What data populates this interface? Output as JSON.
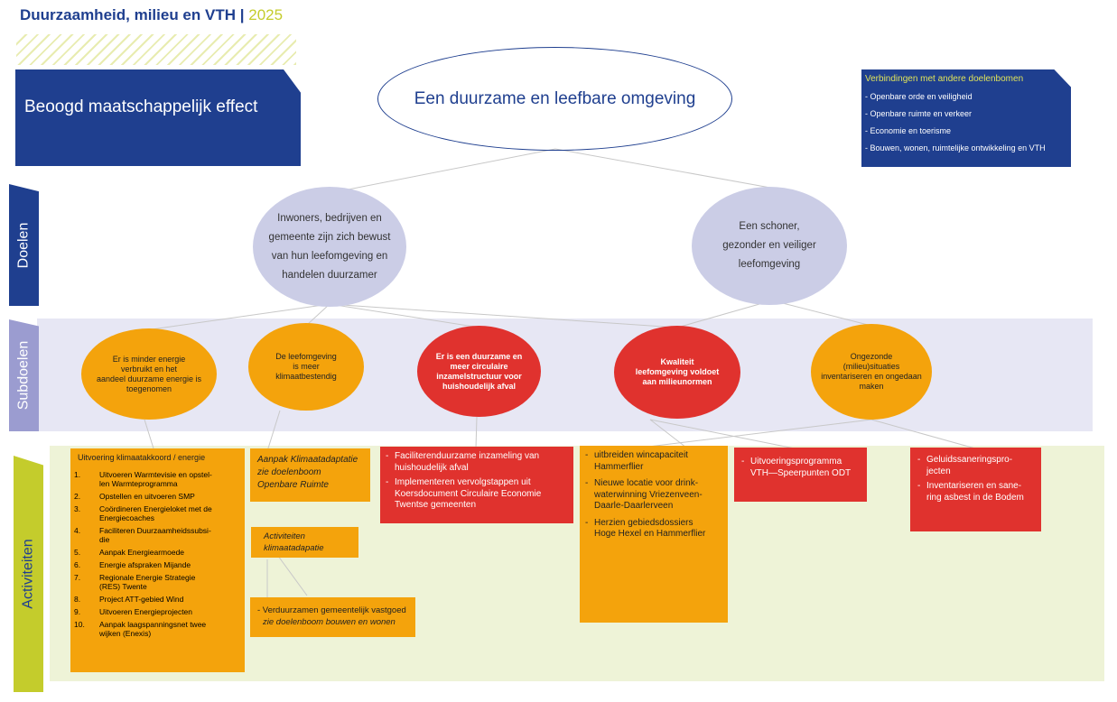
{
  "header": {
    "title": "Duurzaamheid, milieu en VTH",
    "separator": "|",
    "year": "2025"
  },
  "effect": {
    "label": "Beoogd maatschappelijk effect",
    "text": "Een duurzame en leefbare omgeving"
  },
  "connections": {
    "heading": "Verbindingen met andere doelenbomen",
    "items": [
      "- Openbare orde en veiligheid",
      "- Openbare ruimte en verkeer",
      "- Economie en toerisme",
      "- Bouwen, wonen, ruimtelijke ontwikkeling en VTH"
    ]
  },
  "tabs": {
    "doelen": "Doelen",
    "subdoelen": "Subdoelen",
    "activiteiten": "Activiteiten"
  },
  "doelen": [
    {
      "lines": [
        "Inwoners, bedrijven en",
        "gemeente zijn zich bewust",
        "van hun leefomgeving en",
        "handelen duurzamer"
      ]
    },
    {
      "lines": [
        "Een schoner,",
        "gezonder en veiliger",
        "leefomgeving"
      ]
    }
  ],
  "subdoelen": [
    {
      "lines": [
        "Er is minder energie",
        "verbruikt en het",
        "aandeel duurzame energie is",
        "toegenomen"
      ],
      "color": "#f4a30c"
    },
    {
      "lines": [
        "De leefomgeving",
        "is meer",
        "klimaatbestendig"
      ],
      "color": "#f4a30c"
    },
    {
      "lines": [
        "Er is een duurzame en",
        "meer circulaire",
        "inzamelstructuur voor",
        "huishoudelijk afval"
      ],
      "color": "#e0322e"
    },
    {
      "lines": [
        "Kwaliteit",
        "leefomgeving voldoet",
        "aan milieunormen"
      ],
      "color": "#e0322e"
    },
    {
      "lines": [
        "Ongezonde",
        "(milieu)situaties",
        "inventariseren en ongedaan",
        "maken"
      ],
      "color": "#f4a30c"
    }
  ],
  "activiteiten": {
    "klimaat": {
      "heading": "Uitvoering klimaatakkoord / energie",
      "items": [
        {
          "n": "1.",
          "lines": [
            "Uitvoeren Warmtevisie en opstel-",
            "len Warmteprogramma"
          ]
        },
        {
          "n": "2.",
          "lines": [
            "Opstellen en uitvoeren SMP"
          ]
        },
        {
          "n": "3.",
          "lines": [
            "Coördineren Energieloket met de",
            "Energiecoaches"
          ]
        },
        {
          "n": "4.",
          "lines": [
            "Faciliteren Duurzaamheidssubsi-",
            "die"
          ]
        },
        {
          "n": "5.",
          "lines": [
            "Aanpak Energiearmoede"
          ]
        },
        {
          "n": "6.",
          "lines": [
            "Energie afspraken Mijande"
          ]
        },
        {
          "n": "7.",
          "lines": [
            "Regionale Energie Strategie",
            "(RES) Twente"
          ]
        },
        {
          "n": "8.",
          "lines": [
            "Project ATT-gebied Wind"
          ]
        },
        {
          "n": "9.",
          "lines": [
            "Uitvoeren Energieprojecten"
          ]
        },
        {
          "n": "10.",
          "lines": [
            "Aanpak laagspanningsnet twee",
            "wijken (Enexis)"
          ]
        }
      ]
    },
    "klimaatadaptatie_aanpak": {
      "lines": [
        "Aanpak Klimaatadaptatie",
        "zie doelenboom",
        "Openbare Ruimte"
      ]
    },
    "klimaatadaptatie_act": {
      "lines": [
        "Activiteiten",
        "klimaatadapatie"
      ]
    },
    "vastgoed": {
      "line1": "- Verduurzamen gemeentelijk vastgoed",
      "line2": "zie doelenboom bouwen en wonen"
    },
    "afval": {
      "items": [
        {
          "lines": [
            "Faciliterenduurzame inzameling van",
            "huishoudelijk afval"
          ]
        },
        {
          "lines": [
            "Implementeren vervolgstappen uit",
            "Koersdocument Circulaire Economie",
            "Twentse gemeenten"
          ]
        }
      ]
    },
    "water": {
      "items": [
        {
          "lines": [
            "uitbreiden wincapaciteit",
            "Hammerflier"
          ]
        },
        {
          "lines": [
            "Nieuwe locatie voor drink-",
            "waterwinning Vriezenveen-",
            "Daarle-Daarlerveen"
          ]
        },
        {
          "lines": [
            "Herzien gebiedsdossiers",
            "Hoge Hexel en Hammerflier"
          ]
        }
      ]
    },
    "vth": {
      "items": [
        {
          "lines": [
            "Uitvoeringsprogramma",
            "VTH—Speerpunten ODT"
          ]
        }
      ]
    },
    "geluid": {
      "items": [
        {
          "lines": [
            "Geluidssaneringspro-",
            "jecten"
          ]
        },
        {
          "lines": [
            "Inventariseren en sane-",
            "ring asbest in de Bodem"
          ]
        }
      ]
    }
  },
  "colors": {
    "navy": "#1f3f8f",
    "lavender": "#cbcde6",
    "orange": "#f4a30c",
    "red": "#e0322e",
    "lime": "#c4cc2c"
  }
}
